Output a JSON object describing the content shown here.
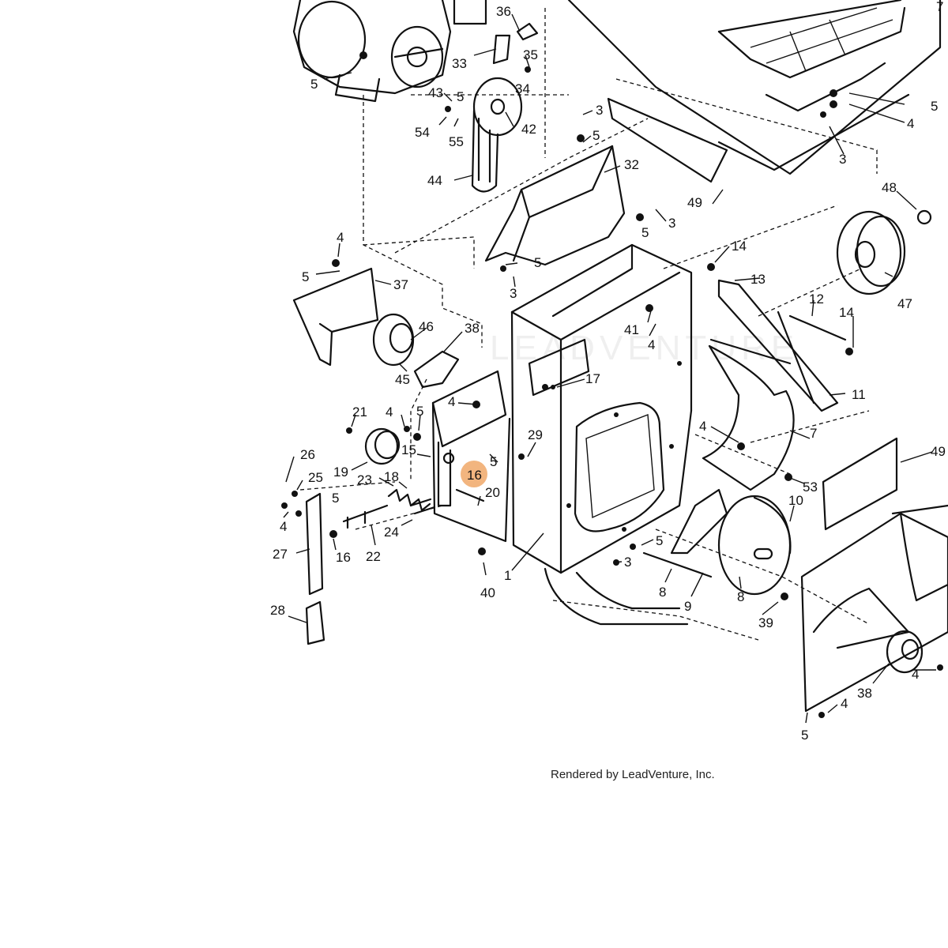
{
  "watermark": "LEADVENTURE",
  "credit": "Rendered by LeadVenture, Inc.",
  "highlight": {
    "label": "16",
    "color": "#f0a868"
  },
  "labels": [
    {
      "id": "36",
      "text": "36"
    },
    {
      "id": "33",
      "text": "33"
    },
    {
      "id": "35",
      "text": "35"
    },
    {
      "id": "34",
      "text": "34"
    },
    {
      "id": "5a",
      "text": "5"
    },
    {
      "id": "43",
      "text": "43"
    },
    {
      "id": "5b",
      "text": "5"
    },
    {
      "id": "54",
      "text": "54"
    },
    {
      "id": "55",
      "text": "55"
    },
    {
      "id": "42",
      "text": "42"
    },
    {
      "id": "44",
      "text": "44"
    },
    {
      "id": "3a",
      "text": "3"
    },
    {
      "id": "5c",
      "text": "5"
    },
    {
      "id": "32",
      "text": "32"
    },
    {
      "id": "49a",
      "text": "49"
    },
    {
      "id": "3b",
      "text": "3"
    },
    {
      "id": "5d",
      "text": "5"
    },
    {
      "id": "5e",
      "text": "5"
    },
    {
      "id": "4a",
      "text": "4"
    },
    {
      "id": "3c",
      "text": "3"
    },
    {
      "id": "48",
      "text": "48"
    },
    {
      "id": "4b",
      "text": "4"
    },
    {
      "id": "5f",
      "text": "5"
    },
    {
      "id": "37",
      "text": "37"
    },
    {
      "id": "5g",
      "text": "5"
    },
    {
      "id": "3d",
      "text": "3"
    },
    {
      "id": "14a",
      "text": "14"
    },
    {
      "id": "13",
      "text": "13"
    },
    {
      "id": "47",
      "text": "47"
    },
    {
      "id": "12",
      "text": "12"
    },
    {
      "id": "14b",
      "text": "14"
    },
    {
      "id": "46",
      "text": "46"
    },
    {
      "id": "38a",
      "text": "38"
    },
    {
      "id": "41",
      "text": "41"
    },
    {
      "id": "4c",
      "text": "4"
    },
    {
      "id": "45",
      "text": "45"
    },
    {
      "id": "17",
      "text": "17"
    },
    {
      "id": "11",
      "text": "11"
    },
    {
      "id": "4d",
      "text": "4"
    },
    {
      "id": "21",
      "text": "21"
    },
    {
      "id": "4e",
      "text": "4"
    },
    {
      "id": "5h",
      "text": "5"
    },
    {
      "id": "7",
      "text": "7"
    },
    {
      "id": "4f",
      "text": "4"
    },
    {
      "id": "29",
      "text": "29"
    },
    {
      "id": "15",
      "text": "15"
    },
    {
      "id": "5i",
      "text": "5"
    },
    {
      "id": "26",
      "text": "26"
    },
    {
      "id": "19",
      "text": "19"
    },
    {
      "id": "25",
      "text": "25"
    },
    {
      "id": "23",
      "text": "23"
    },
    {
      "id": "18",
      "text": "18"
    },
    {
      "id": "16a",
      "text": "16"
    },
    {
      "id": "20",
      "text": "20"
    },
    {
      "id": "53",
      "text": "53"
    },
    {
      "id": "49b",
      "text": "49"
    },
    {
      "id": "5j",
      "text": "5"
    },
    {
      "id": "10",
      "text": "10"
    },
    {
      "id": "4g",
      "text": "4"
    },
    {
      "id": "24",
      "text": "24"
    },
    {
      "id": "27",
      "text": "27"
    },
    {
      "id": "16b",
      "text": "16"
    },
    {
      "id": "22",
      "text": "22"
    },
    {
      "id": "5k",
      "text": "5"
    },
    {
      "id": "3e",
      "text": "3"
    },
    {
      "id": "1",
      "text": "1"
    },
    {
      "id": "8a",
      "text": "8"
    },
    {
      "id": "9",
      "text": "9"
    },
    {
      "id": "40",
      "text": "40"
    },
    {
      "id": "8b",
      "text": "8"
    },
    {
      "id": "39",
      "text": "39"
    },
    {
      "id": "28",
      "text": "28"
    },
    {
      "id": "4h",
      "text": "4"
    },
    {
      "id": "38b",
      "text": "38"
    },
    {
      "id": "4i",
      "text": "4"
    },
    {
      "id": "5l",
      "text": "5"
    },
    {
      "id": "7t",
      "text": "7"
    }
  ]
}
